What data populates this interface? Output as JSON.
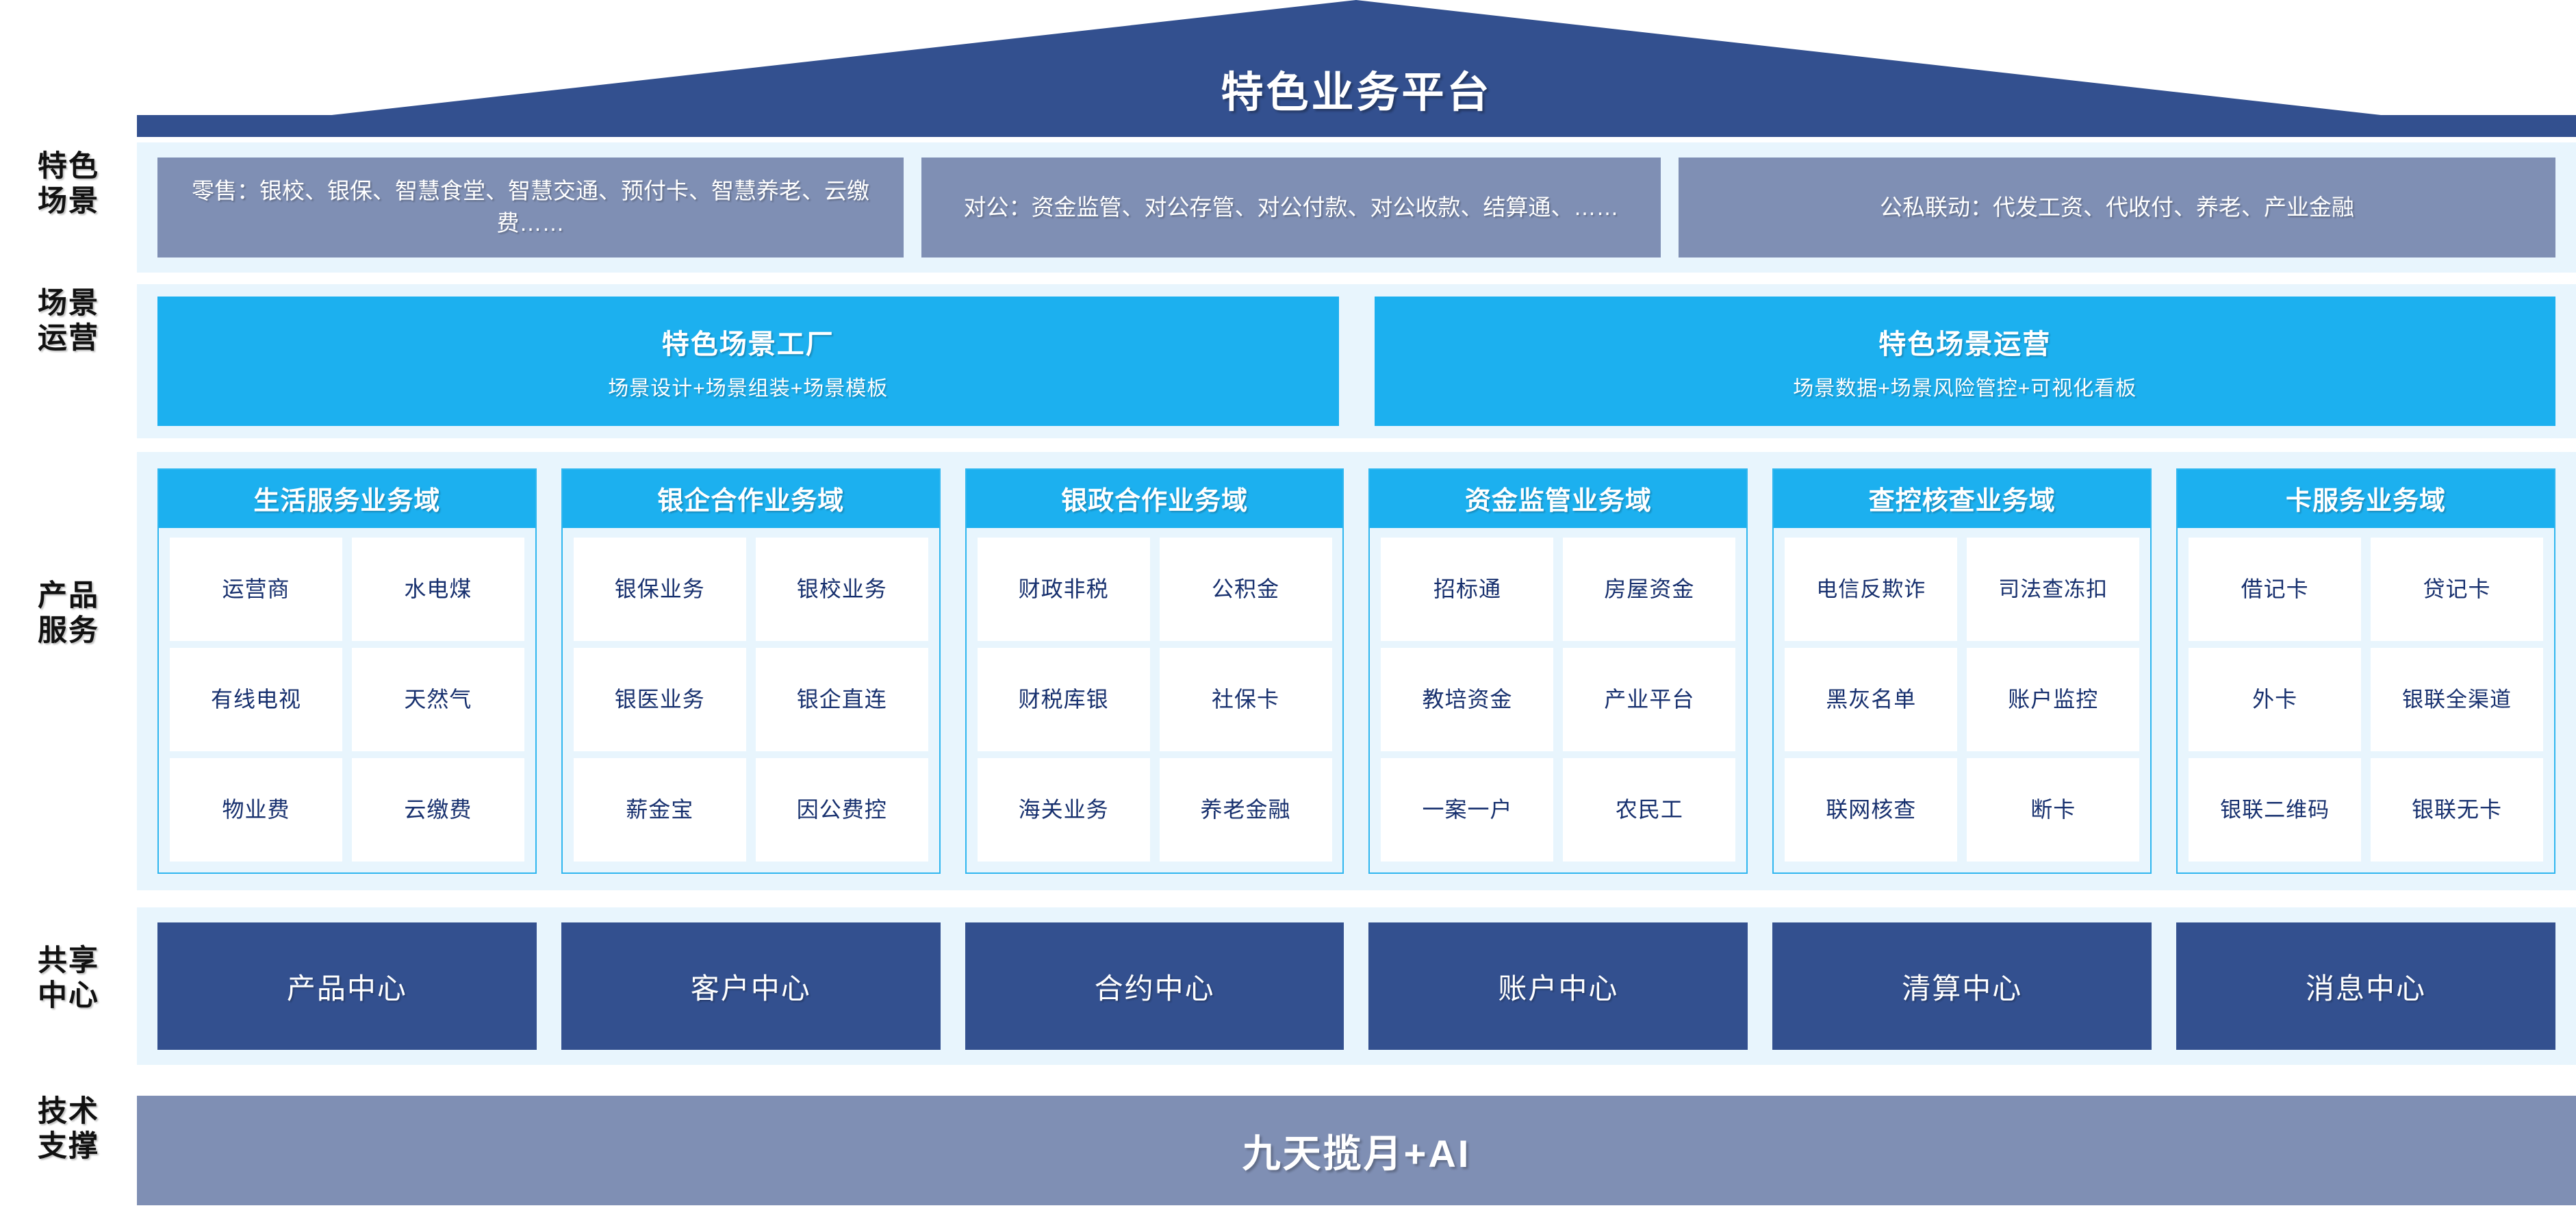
{
  "header": {
    "title": "特色业务平台"
  },
  "rail": {
    "labels": [
      "特色\n场景",
      "场景\n运营",
      "产品\n服务",
      "共享\n中心",
      "技术\n支撑"
    ],
    "l0": "特色",
    "l0b": "场景",
    "l1": "场景",
    "l1b": "运营",
    "l2": "产品",
    "l2b": "服务",
    "l3": "共享",
    "l3b": "中心",
    "l4": "技术",
    "l4b": "支撑"
  },
  "scenarios": {
    "boxes": [
      "零售：银校、银保、智慧食堂、智慧交通、预付卡、智慧养老、云缴费……",
      "对公：资金监管、对公存管、对公付款、对公收款、结算通、……",
      "公私联动：代发工资、代收付、养老、产业金融"
    ]
  },
  "operations": {
    "boxes": [
      {
        "title": "特色场景工厂",
        "subtitle": "场景设计+场景组装+场景模板"
      },
      {
        "title": "特色场景运营",
        "subtitle": "场景数据+场景风险管控+可视化看板"
      }
    ]
  },
  "product_service": {
    "columns": [
      {
        "title": "生活服务业务域",
        "rows": [
          [
            "运营商",
            "水电煤"
          ],
          [
            "有线电视",
            "天然气"
          ],
          [
            "物业费",
            "云缴费"
          ]
        ]
      },
      {
        "title": "银企合作业务域",
        "rows": [
          [
            "银保业务",
            "银校业务"
          ],
          [
            "银医业务",
            "银企直连"
          ],
          [
            "薪金宝",
            "因公费控"
          ]
        ]
      },
      {
        "title": "银政合作业务域",
        "rows": [
          [
            "财政非税",
            "公积金"
          ],
          [
            "财税库银",
            "社保卡"
          ],
          [
            "海关业务",
            "养老金融"
          ]
        ]
      },
      {
        "title": "资金监管业务域",
        "rows": [
          [
            "招标通",
            "房屋资金"
          ],
          [
            "教培资金",
            "产业平台"
          ],
          [
            "一案一户",
            "农民工"
          ]
        ]
      },
      {
        "title": "查控核查业务域",
        "rows": [
          [
            "电信\n反欺诈",
            "司法\n查冻扣"
          ],
          [
            "黑灰名单",
            "账户监控"
          ],
          [
            "联网核查",
            "断卡"
          ]
        ]
      },
      {
        "title": "卡服务业务域",
        "rows": [
          [
            "借记卡",
            "贷记卡"
          ],
          [
            "外卡",
            "银联\n全渠道"
          ],
          [
            "银联\n二维码",
            "银联无卡"
          ]
        ]
      }
    ]
  },
  "shared_centers": {
    "boxes": [
      "产品中心",
      "客户中心",
      "合约中心",
      "账户中心",
      "清算中心",
      "消息中心"
    ]
  },
  "tech_support": {
    "label": "九天揽月+AI"
  },
  "colors": {
    "navy": "#33508f",
    "slate": "#7f8fb4",
    "cyan": "#1cb0ef",
    "band_bg": "#e8f5fd",
    "cell_text": "#17306e",
    "white": "#ffffff"
  }
}
